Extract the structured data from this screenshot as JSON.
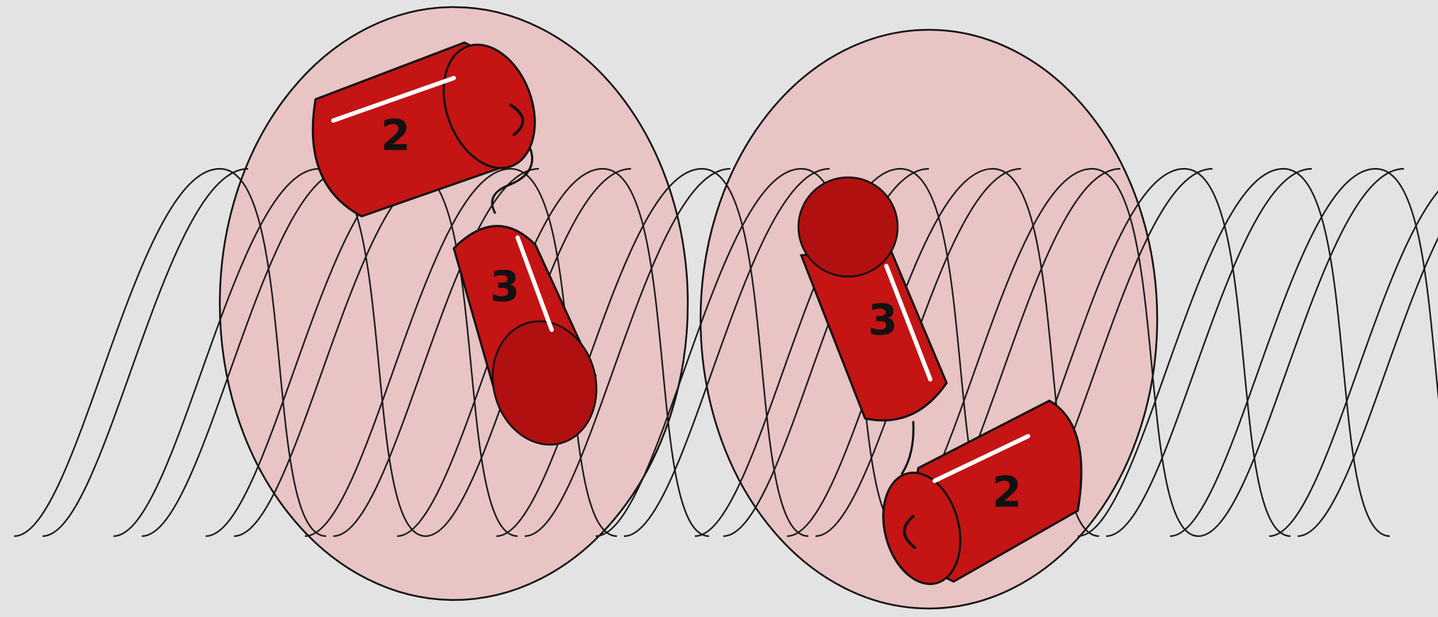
{
  "diagram": {
    "domains": [
      {
        "id": "left",
        "helices": [
          {
            "label": "2"
          },
          {
            "label": "3"
          }
        ]
      },
      {
        "id": "right",
        "helices": [
          {
            "label": "3"
          },
          {
            "label": "2"
          }
        ]
      }
    ],
    "colors": {
      "background": "#e3e3e3",
      "domain_fill": "#e8c4c4",
      "helix_red": "#c41414",
      "dna_strand": "#1a1a1a"
    }
  }
}
